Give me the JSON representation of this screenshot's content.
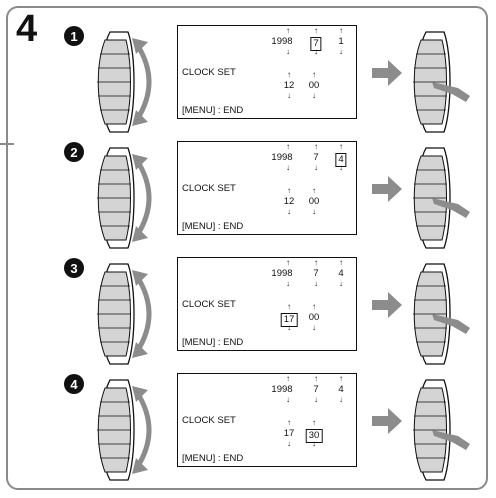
{
  "step_number": "4",
  "panels": [
    {
      "badge": "1",
      "screen": {
        "label": "CLOCK SET",
        "year": "1998",
        "month": "7",
        "day": "1",
        "hour": "12",
        "minute": "00",
        "footer": "[MENU] : END",
        "selected": "month"
      }
    },
    {
      "badge": "2",
      "screen": {
        "label": "CLOCK SET",
        "year": "1998",
        "month": "7",
        "day": "4",
        "hour": "12",
        "minute": "00",
        "footer": "[MENU] : END",
        "selected": "day"
      }
    },
    {
      "badge": "3",
      "screen": {
        "label": "CLOCK SET",
        "year": "1998",
        "month": "7",
        "day": "4",
        "hour": "17",
        "minute": "00",
        "footer": "[MENU] : END",
        "selected": "hour"
      }
    },
    {
      "badge": "4",
      "screen": {
        "label": "CLOCK SET",
        "year": "1998",
        "month": "7",
        "day": "4",
        "hour": "17",
        "minute": "30",
        "footer": "[MENU] : END",
        "selected": "minute"
      }
    }
  ],
  "colors": {
    "frame": "#8a8a8a",
    "dial_fill": "#d4d4d4",
    "arrow": "#8c8c8c",
    "ink": "#111111"
  }
}
